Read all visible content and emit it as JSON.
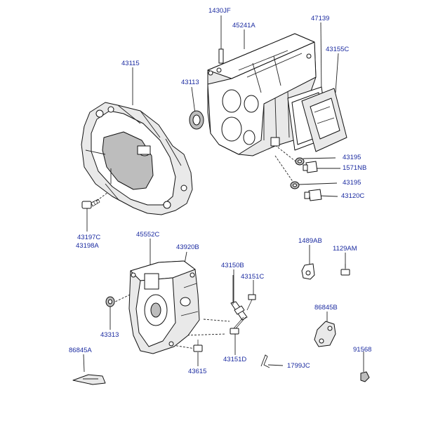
{
  "labels": {
    "l_1430JF": "1430JF",
    "l_45241A": "45241A",
    "l_47139": "47139",
    "l_43155C": "43155C",
    "l_43115": "43115",
    "l_43113": "43113",
    "l_43195_a": "43195",
    "l_1571NB": "1571NB",
    "l_43195_b": "43195",
    "l_43120C": "43120C",
    "l_43197C": "43197C",
    "l_43198A": "43198A",
    "l_45552C": "45552C",
    "l_43920B": "43920B",
    "l_1489AB": "1489AB",
    "l_1129AM": "1129AM",
    "l_43150B": "43150B",
    "l_43151C": "43151C",
    "l_43313": "43313",
    "l_86845B": "86845B",
    "l_86845A": "86845A",
    "l_43615": "43615",
    "l_43151D": "43151D",
    "l_1799JC": "1799JC",
    "l_91568": "91568"
  },
  "colors": {
    "label_text": "#1a2aa0",
    "line_art": "#111111",
    "background": "#ffffff"
  }
}
